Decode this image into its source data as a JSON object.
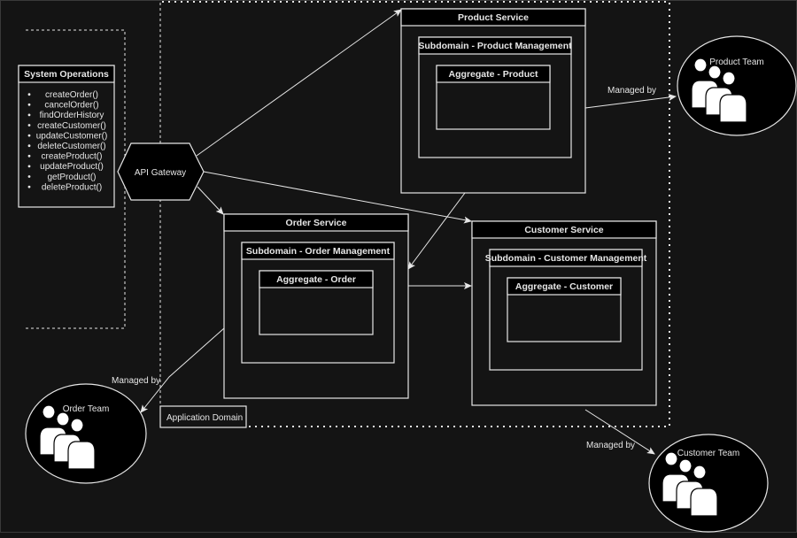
{
  "system_operations": {
    "title": "System Operations",
    "items": [
      "createOrder()",
      "cancelOrder()",
      "findOrderHistory",
      "createCustomer()",
      "updateCustomer()",
      "deleteCustomer()",
      "createProduct()",
      "updateProduct()",
      "getProduct()",
      "deleteProduct()"
    ]
  },
  "api_gateway": {
    "label": "API Gateway"
  },
  "application_domain": {
    "label": "Application Domain"
  },
  "services": {
    "product": {
      "title": "Product Service",
      "subdomain": "Subdomain - Product Management",
      "aggregate": "Aggregate - Product"
    },
    "order": {
      "title": "Order Service",
      "subdomain": "Subdomain - Order Management",
      "aggregate": "Aggregate - Order"
    },
    "customer": {
      "title": "Customer Service",
      "subdomain": "Subdomain - Customer Management",
      "aggregate": "Aggregate - Customer"
    }
  },
  "teams": {
    "product": {
      "label": "Product Team"
    },
    "order": {
      "label": "Order Team"
    },
    "customer": {
      "label": "Customer Team"
    }
  },
  "edge_labels": {
    "managed_by": "Managed by"
  },
  "colors": {
    "background": "#141414",
    "stroke": "#e6e6e6",
    "header_fill": "#000000"
  }
}
